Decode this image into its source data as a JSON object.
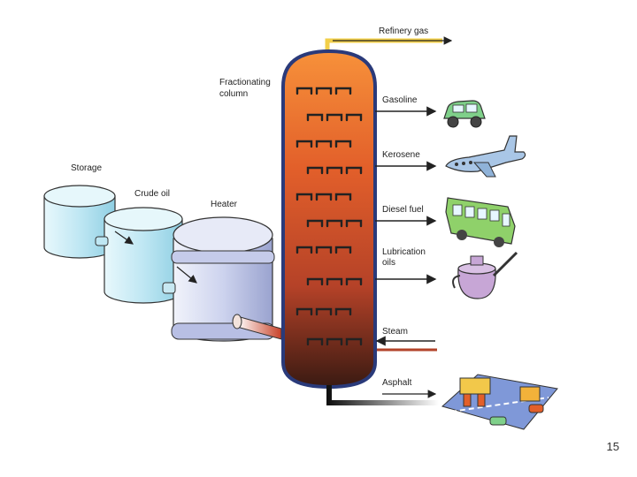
{
  "diagram": {
    "labels": {
      "refinery_gas": "Refinery gas",
      "fractionating_column": [
        "Fractionating",
        "column"
      ],
      "gasoline": "Gasoline",
      "kerosene": "Kerosene",
      "diesel_fuel": "Diesel fuel",
      "lubrication_oils": [
        "Lubrication",
        "oils"
      ],
      "steam": "Steam",
      "asphalt": "Asphalt",
      "storage": "Storage",
      "crude_oil": "Crude oil",
      "heater": "Heater"
    },
    "colors": {
      "column_top": "#f07a2a",
      "column_mid": "#c9502a",
      "column_bottom": "#5a2418",
      "tank_fill": "#cfeef7",
      "heater_fill": "#dfe3f4",
      "outline": "#333333",
      "car": "#7fd08a",
      "plane": "#a9c6e6",
      "bus": "#8fd16a",
      "oilcan": "#c7a6d6"
    },
    "icons": [
      "car-icon",
      "airplane-icon",
      "bus-icon",
      "oil-can-icon",
      "gas-station-icon"
    ]
  },
  "page": {
    "number": "15"
  }
}
